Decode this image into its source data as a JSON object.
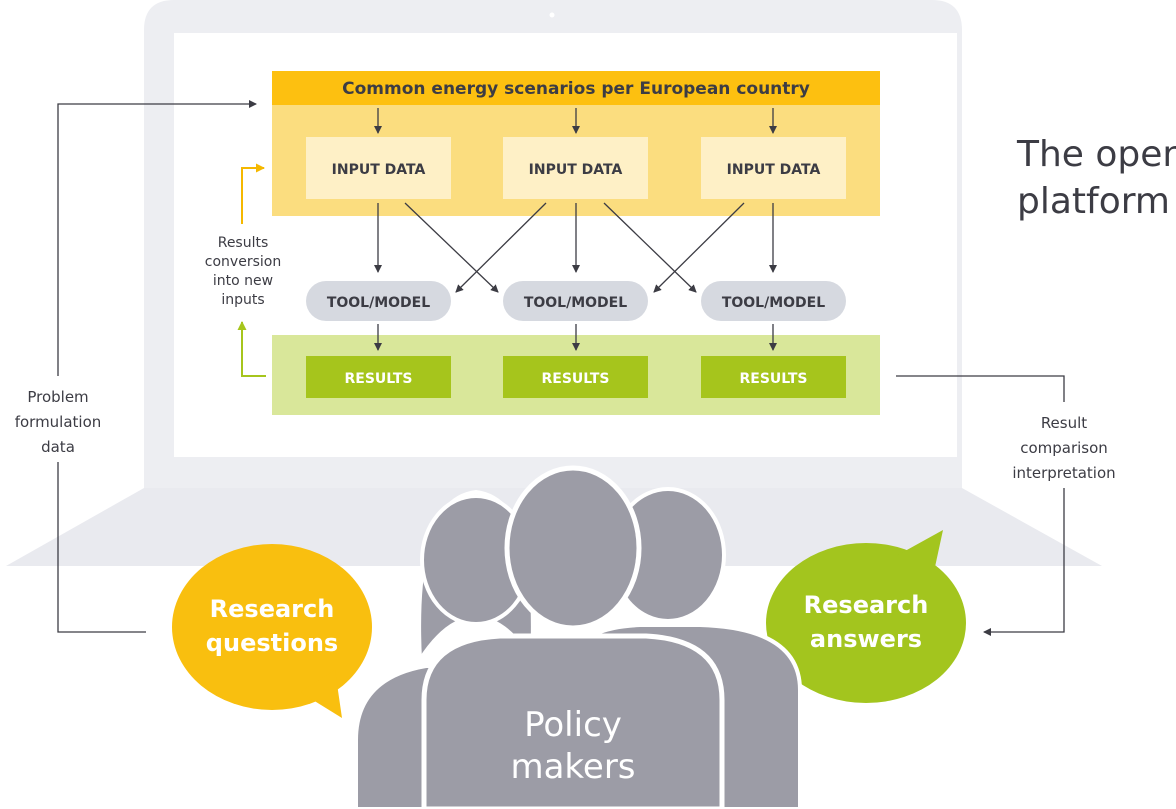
{
  "header": {
    "title": "Common energy scenarios per European country"
  },
  "inputs": [
    "INPUT DATA",
    "INPUT DATA",
    "INPUT DATA"
  ],
  "tools": [
    "TOOL/MODEL",
    "TOOL/MODEL",
    "TOOL/MODEL"
  ],
  "results": [
    "RESULTS",
    "RESULTS",
    "RESULTS"
  ],
  "side_left_inner": [
    "Results",
    "conversion",
    "into new",
    "inputs"
  ],
  "side_left_outer": [
    "Problem",
    "formulation",
    "data"
  ],
  "side_right": [
    "Result",
    "comparison",
    "interpretation"
  ],
  "bubble_questions": [
    "Research",
    "questions"
  ],
  "bubble_answers": [
    "Research",
    "answers"
  ],
  "people_label": [
    "Policy",
    "makers"
  ],
  "platform_title": [
    "The open",
    "platform"
  ],
  "colors": {
    "header": "#fdc010",
    "input_panel": "#fbdd7f",
    "input_box": "#fef0c6",
    "tool": "#d6d9e0",
    "results_panel": "#d9e79a",
    "results_box": "#a6c51c",
    "bubble_yellow": "#f9bf0f",
    "bubble_green": "#a3c51e",
    "people": "#9c9ca6",
    "laptop": "#edeef2"
  }
}
